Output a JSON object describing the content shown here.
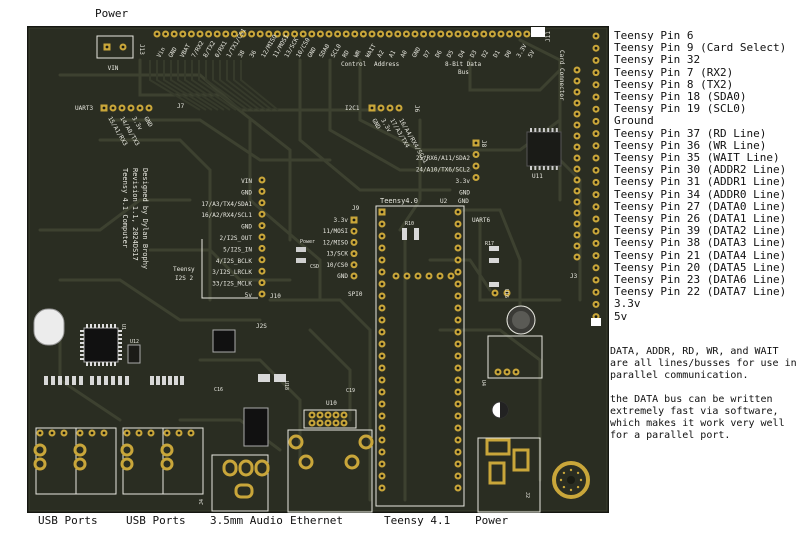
{
  "labels": {
    "power_top": "Power",
    "usb1": "USB Ports",
    "usb2": "USB Ports",
    "audio": "3.5mm Audio",
    "ethernet": "Ethernet",
    "teensy": "Teensy 4.1",
    "power_bottom": "Power"
  },
  "pin_labels": [
    "Teensy Pin 6",
    "Teensy Pin 9 (Card Select)",
    "Teensy Pin 32",
    "Teensy Pin 7 (RX2)",
    "Teensy Pin 8 (TX2)",
    "Teensy Pin 18 (SDA0)",
    "Teensy Pin 19 (SCL0)",
    "Ground",
    "Teensy Pin 37 (RD Line)",
    "Teensy Pin 36 (WR Line)",
    "Teensy Pin 35 (WAIT Line)",
    "Teensy Pin 30 (ADDR2 Line)",
    "Teensy Pin 31 (ADDR1 Line)",
    "Teensy Pin 34 (ADDR0 Line)",
    "Teensy Pin 27 (DATA0 Line)",
    "Teensy Pin 26 (DATA1 Line)",
    "Teensy Pin 39 (DATA2 Line)",
    "Teensy Pin 38 (DATA3 Line)",
    "Teensy Pin 21 (DATA4 Line)",
    "Teensy Pin 20 (DATA5 Line)",
    "Teensy Pin 23 (DATA6 Line)",
    "Teensy Pin 22 (DATA7 Line)",
    "3.3v",
    "5v"
  ],
  "notes": {
    "para1": "DATA, ADDR, RD, WR, and WAIT are all lines/busses for use in parallel communication.",
    "para2": "the DATA bus can be written extremely fast via software, which makes it work very well for a parallel port."
  },
  "silk": {
    "designer": "Designed by Dylan Brophy",
    "revision": "Revision 1.1, 2024DS17",
    "title": "Teensy 4.1 Computer",
    "control": "Control",
    "address": "Address",
    "bus": "8-Bit Data",
    "bus2": "Bus",
    "card_connector": "Card Connector",
    "uart3": "UART3",
    "i2c1": "I2C1",
    "uart6": "UART6",
    "teensy_i2s": "Teensy",
    "i2s2": "I2S 2",
    "spi0": "SPI0",
    "teensy40": "Teensy4.0",
    "vin": "VIN",
    "j10": "J10",
    "j3": "J3",
    "u11": "U11",
    "u10": "U10",
    "i2s_pins": [
      "VIN",
      "GND",
      "17/A3/TX4/SDA1",
      "16/A2/RX4/SCL1",
      "GND",
      "2/I2S_OUT",
      "5/I2S_IN",
      "4/I2S_BCLK",
      "3/I2S_LRCLK",
      "33/I2S_MCLK",
      "5v"
    ],
    "spi_pins": [
      "3.3v",
      "11/MOSI",
      "12/MISO",
      "13/SCK",
      "10/CS0",
      "GND"
    ],
    "uart6_pins": [
      "25/RX6/A11/SDA2",
      "24/A10/TX6/SCL2",
      "3.3v",
      "GND"
    ],
    "top_pins": [
      "Vin",
      "GND",
      "VBAT",
      "7/RX2",
      "8/TX2",
      "0/RX1",
      "1/TX1/CS1",
      "38",
      "36",
      "12/MISO",
      "11/MOSI",
      "13/SCK",
      "10/CS0",
      "GND",
      "SDA0",
      "SCL0",
      "RD",
      "WR",
      "WAIT",
      "A2",
      "A1",
      "A0",
      "GND",
      "D7",
      "D6",
      "D5",
      "D4",
      "D3",
      "D2",
      "D1",
      "D0",
      "3.3V",
      "5V"
    ],
    "uart3_pins": [
      "15/A1/RX3",
      "14/A0/TX3",
      "3.3v",
      "GND"
    ],
    "i2c1_pins": [
      "GND",
      "3.3v",
      "17/A3/TX4",
      "16/A4/RX4/SCL1"
    ]
  },
  "colors": {
    "board": "#2a2d22",
    "board_dark": "#22251b",
    "trace": "#3d4130",
    "copper": "#c9a63a",
    "silk": "#e8e8e0",
    "mask_edge": "#151711"
  }
}
